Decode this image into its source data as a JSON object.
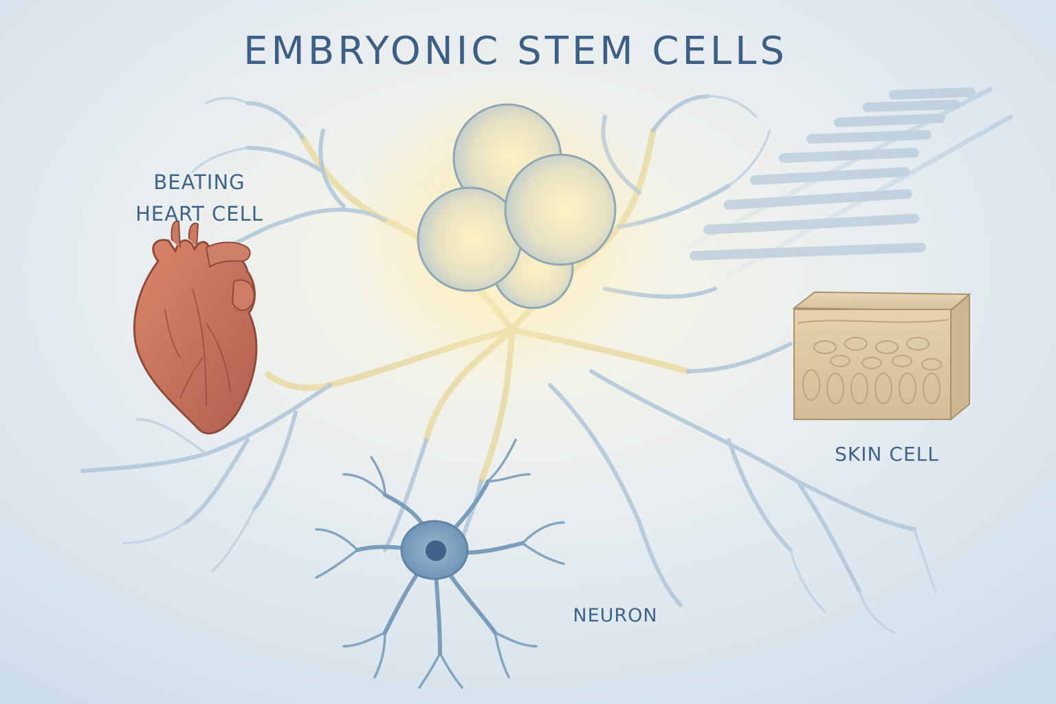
{
  "title": "EMBRYONIC STEM CELLS",
  "labels": {
    "heart_line1": "BEATING",
    "heart_line2": "HEART CELL",
    "skin": "SKIN CELL",
    "neuron": "NEURON"
  },
  "icons": {
    "center": "stem-cell-cluster-icon",
    "heart": "heart-icon",
    "neuron": "neuron-icon",
    "skin": "skin-tissue-block-icon",
    "track": "railway-track-icon"
  },
  "colors": {
    "background_light": "#f4f0e2",
    "background_edge": "#d6e3ee",
    "title": "#3d5f86",
    "label": "#3f6387",
    "branch_warm": "#e6d7a6",
    "branch_cool": "#a9c1d6",
    "glow": "#fff1b8",
    "heart": "#c7765f",
    "neuron": "#6f95b6",
    "skin": "#dcc7a3"
  }
}
